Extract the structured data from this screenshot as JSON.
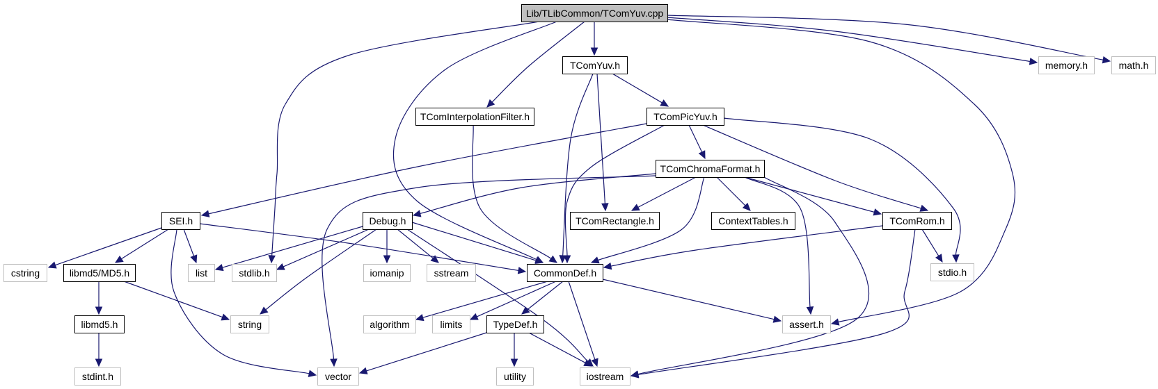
{
  "title": "Lib/TLibCommon/TComYuv.cpp",
  "colors": {
    "edge": "#191970",
    "root_fill": "#bfbfbf",
    "root_stroke": "#000000",
    "internal_fill": "#ffffff",
    "internal_stroke": "#000000",
    "external_fill": "#ffffff",
    "external_stroke": "#bfbfbf"
  },
  "nodes": [
    {
      "id": "root",
      "label": "Lib/TLibCommon/TComYuv.cpp",
      "kind": "root"
    },
    {
      "id": "TComYuv_h",
      "label": "TComYuv.h",
      "kind": "internal"
    },
    {
      "id": "memory_h",
      "label": "memory.h",
      "kind": "external"
    },
    {
      "id": "math_h",
      "label": "math.h",
      "kind": "external"
    },
    {
      "id": "TComInterpolationFilter_h",
      "label": "TComInterpolationFilter.h",
      "kind": "internal"
    },
    {
      "id": "TComPicYuv_h",
      "label": "TComPicYuv.h",
      "kind": "internal"
    },
    {
      "id": "TComChromaFormat_h",
      "label": "TComChromaFormat.h",
      "kind": "internal"
    },
    {
      "id": "SEI_h",
      "label": "SEI.h",
      "kind": "internal"
    },
    {
      "id": "Debug_h",
      "label": "Debug.h",
      "kind": "internal"
    },
    {
      "id": "TComRectangle_h",
      "label": "TComRectangle.h",
      "kind": "internal"
    },
    {
      "id": "ContextTables_h",
      "label": "ContextTables.h",
      "kind": "internal"
    },
    {
      "id": "TComRom_h",
      "label": "TComRom.h",
      "kind": "internal"
    },
    {
      "id": "cstring",
      "label": "cstring",
      "kind": "external"
    },
    {
      "id": "libmd5_MD5_h",
      "label": "libmd5/MD5.h",
      "kind": "internal"
    },
    {
      "id": "list",
      "label": "list",
      "kind": "external"
    },
    {
      "id": "stdlib_h",
      "label": "stdlib.h",
      "kind": "external"
    },
    {
      "id": "iomanip",
      "label": "iomanip",
      "kind": "external"
    },
    {
      "id": "sstream",
      "label": "sstream",
      "kind": "external"
    },
    {
      "id": "CommonDef_h",
      "label": "CommonDef.h",
      "kind": "internal"
    },
    {
      "id": "stdio_h",
      "label": "stdio.h",
      "kind": "external"
    },
    {
      "id": "libmd5_h",
      "label": "libmd5.h",
      "kind": "internal"
    },
    {
      "id": "string",
      "label": "string",
      "kind": "external"
    },
    {
      "id": "algorithm",
      "label": "algorithm",
      "kind": "external"
    },
    {
      "id": "limits",
      "label": "limits",
      "kind": "external"
    },
    {
      "id": "TypeDef_h",
      "label": "TypeDef.h",
      "kind": "internal"
    },
    {
      "id": "assert_h",
      "label": "assert.h",
      "kind": "external"
    },
    {
      "id": "stdint_h",
      "label": "stdint.h",
      "kind": "external"
    },
    {
      "id": "vector",
      "label": "vector",
      "kind": "external"
    },
    {
      "id": "utility",
      "label": "utility",
      "kind": "external"
    },
    {
      "id": "iostream",
      "label": "iostream",
      "kind": "external"
    }
  ],
  "edges": [
    {
      "from": "root",
      "to": "TComYuv_h"
    },
    {
      "from": "root",
      "to": "memory_h"
    },
    {
      "from": "root",
      "to": "math_h"
    },
    {
      "from": "root",
      "to": "TComInterpolationFilter_h"
    },
    {
      "from": "root",
      "to": "CommonDef_h"
    },
    {
      "from": "root",
      "to": "stdlib_h"
    },
    {
      "from": "root",
      "to": "assert_h"
    },
    {
      "from": "TComYuv_h",
      "to": "TComPicYuv_h"
    },
    {
      "from": "TComYuv_h",
      "to": "TComRectangle_h"
    },
    {
      "from": "TComYuv_h",
      "to": "CommonDef_h"
    },
    {
      "from": "TComInterpolationFilter_h",
      "to": "CommonDef_h"
    },
    {
      "from": "TComPicYuv_h",
      "to": "TComChromaFormat_h"
    },
    {
      "from": "TComPicYuv_h",
      "to": "SEI_h"
    },
    {
      "from": "TComPicYuv_h",
      "to": "CommonDef_h"
    },
    {
      "from": "TComPicYuv_h",
      "to": "TComRom_h"
    },
    {
      "from": "TComPicYuv_h",
      "to": "stdio_h"
    },
    {
      "from": "TComChromaFormat_h",
      "to": "Debug_h"
    },
    {
      "from": "TComChromaFormat_h",
      "to": "TComRectangle_h"
    },
    {
      "from": "TComChromaFormat_h",
      "to": "ContextTables_h"
    },
    {
      "from": "TComChromaFormat_h",
      "to": "TComRom_h"
    },
    {
      "from": "TComChromaFormat_h",
      "to": "CommonDef_h"
    },
    {
      "from": "TComChromaFormat_h",
      "to": "vector"
    },
    {
      "from": "TComChromaFormat_h",
      "to": "assert_h"
    },
    {
      "from": "TComChromaFormat_h",
      "to": "iostream"
    },
    {
      "from": "SEI_h",
      "to": "cstring"
    },
    {
      "from": "SEI_h",
      "to": "libmd5_MD5_h"
    },
    {
      "from": "SEI_h",
      "to": "list"
    },
    {
      "from": "SEI_h",
      "to": "vector"
    },
    {
      "from": "SEI_h",
      "to": "CommonDef_h"
    },
    {
      "from": "Debug_h",
      "to": "list"
    },
    {
      "from": "Debug_h",
      "to": "stdlib_h"
    },
    {
      "from": "Debug_h",
      "to": "iomanip"
    },
    {
      "from": "Debug_h",
      "to": "sstream"
    },
    {
      "from": "Debug_h",
      "to": "CommonDef_h"
    },
    {
      "from": "Debug_h",
      "to": "string"
    },
    {
      "from": "Debug_h",
      "to": "iostream"
    },
    {
      "from": "TComRom_h",
      "to": "CommonDef_h"
    },
    {
      "from": "TComRom_h",
      "to": "stdio_h"
    },
    {
      "from": "TComRom_h",
      "to": "iostream"
    },
    {
      "from": "libmd5_MD5_h",
      "to": "libmd5_h"
    },
    {
      "from": "libmd5_MD5_h",
      "to": "string"
    },
    {
      "from": "libmd5_h",
      "to": "stdint_h"
    },
    {
      "from": "CommonDef_h",
      "to": "algorithm"
    },
    {
      "from": "CommonDef_h",
      "to": "limits"
    },
    {
      "from": "CommonDef_h",
      "to": "TypeDef_h"
    },
    {
      "from": "CommonDef_h",
      "to": "iostream"
    },
    {
      "from": "CommonDef_h",
      "to": "assert_h"
    },
    {
      "from": "TypeDef_h",
      "to": "vector"
    },
    {
      "from": "TypeDef_h",
      "to": "utility"
    },
    {
      "from": "TypeDef_h",
      "to": "iostream"
    }
  ]
}
